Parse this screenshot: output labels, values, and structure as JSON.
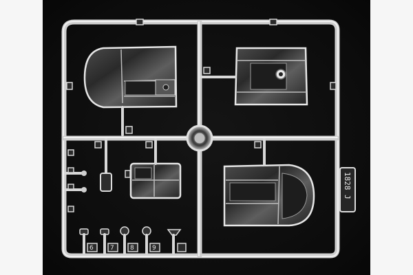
{
  "scene": {
    "subject": "clear-plastic-sprue",
    "colors": {
      "background": "#0e0e0e",
      "plastic": "#d6d6d6",
      "plastic_highlight": "#f5f5f5",
      "border": "#f6f6f6"
    }
  },
  "small_parts": {
    "numbers": [
      "6",
      "7",
      "8",
      "9"
    ]
  },
  "code_tag": {
    "text": "1828 J"
  }
}
